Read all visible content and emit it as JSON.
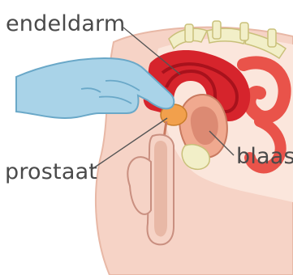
{
  "labels": {
    "endeldarm": "endeldarm",
    "blaas": "blaas",
    "prostaat": "prostaat"
  },
  "colors": {
    "skin": "#f6d3c6",
    "skin_outline": "#e8b8a6",
    "rectum": "#d6242c",
    "rectum_inner": "#a8121c",
    "intestine": "#e9534a",
    "bladder": "#f0a98f",
    "bladder_inner": "#dc8a73",
    "prostate": "#f2a04c",
    "spine_bone": "#f2efc8",
    "glove": "#a9d3e8",
    "glove_outline": "#6aa8c8",
    "label_text": "#4a4a4a",
    "leader_line": "#555555"
  }
}
